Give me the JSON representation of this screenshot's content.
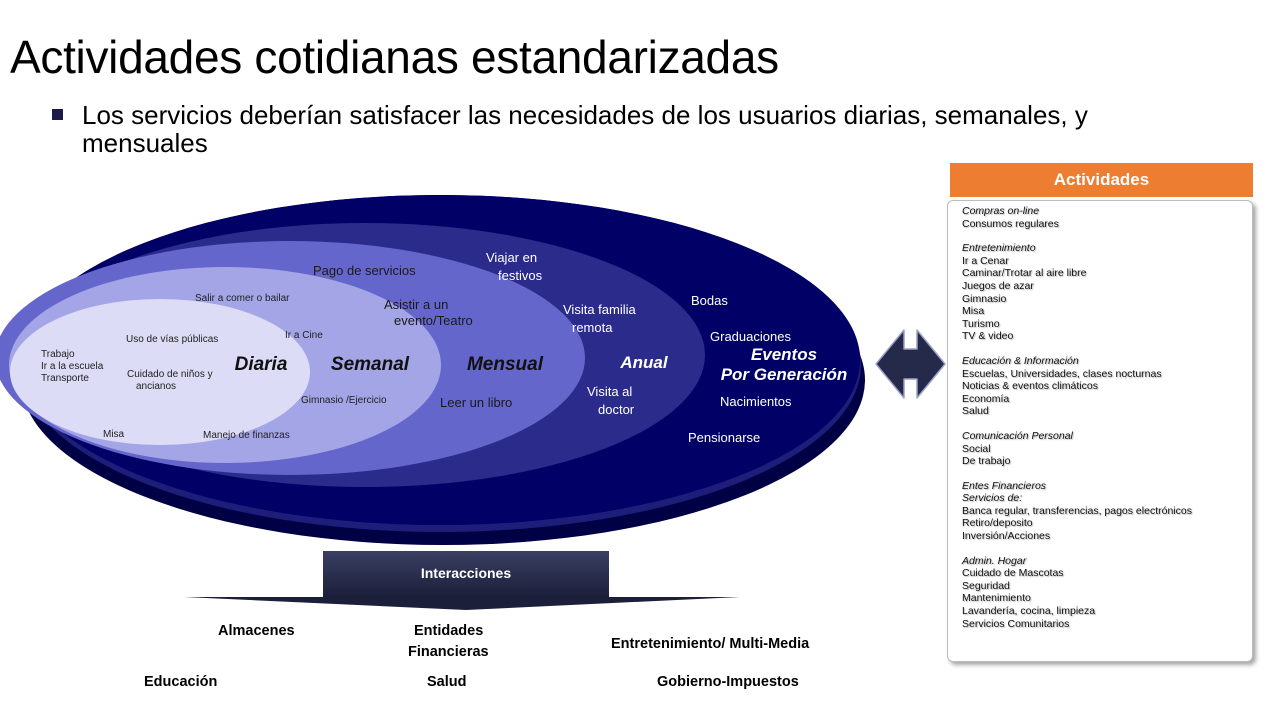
{
  "slide": {
    "title": "Actividades cotidianas estandarizadas",
    "bullet": "Los servicios deberían satisfacer las necesidades de los usuarios diarias, semanales, y mensuales"
  },
  "diagram": {
    "rings": {
      "daily": "Diaria",
      "weekly": "Semanal",
      "monthly": "Mensual",
      "yearly": "Anual",
      "generation_line1": "Eventos",
      "generation_line2": "Por Generación"
    },
    "daily_items": {
      "trabajo": "Trabajo",
      "escuela": "Ir a la escuela",
      "transporte": "Transporte",
      "vias": "Uso de vías públicas",
      "cuidado_l1": "Cuidado de niños y",
      "cuidado_l2": "ancianos",
      "misa": "Misa"
    },
    "weekly_items": {
      "salir": "Salir a comer o bailar",
      "cine": "Ir a Cine",
      "gimnasio": "Gimnasio /Ejercicio",
      "finanzas": "Manejo de finanzas"
    },
    "monthly_items": {
      "pago": "Pago de servicios",
      "asistir_l1": "Asistir a un",
      "asistir_l2": "evento/Teatro",
      "libro": "Leer un libro"
    },
    "yearly_items": {
      "viajar_l1": "Viajar en",
      "viajar_l2": "festivos",
      "visita_fam_l1": "Visita familia",
      "visita_fam_l2": "remota",
      "doctor_l1": "Visita al",
      "doctor_l2": "doctor"
    },
    "generation_items": {
      "bodas": "Bodas",
      "graduaciones": "Graduaciones",
      "nacimientos": "Nacimientos",
      "pensionarse": "Pensionarse"
    },
    "interactions_label": "Interacciones"
  },
  "bottom_labels": {
    "almacenes": "Almacenes",
    "entidades_l1": "Entidades",
    "entidades_l2": "Financieras",
    "entretenimiento": "Entretenimiento/ Multi-Media",
    "educacion": "Educación",
    "salud": "Salud",
    "gobierno": "Gobierno-Impuestos"
  },
  "activities_panel": {
    "header": "Actividades",
    "sections": [
      {
        "title": "Compras  on-line",
        "items": [
          "Consumos regulares"
        ]
      },
      {
        "title": "Entretenimiento",
        "items": [
          "Ir a Cenar",
          "Caminar/Trotar al aire libre",
          "Juegos de azar",
          "Gimnasio",
          "Misa",
          "Turismo",
          "TV & video"
        ]
      },
      {
        "title": "Educación  & Información",
        "items": [
          "Escuelas, Universidades, clases nocturnas",
          "Noticias & eventos climáticos",
          "Economía",
          "Salud"
        ]
      },
      {
        "title": "Comunicación  Personal",
        "items": [
          "Social",
          "De trabajo"
        ]
      },
      {
        "title": "Entes  Financieros",
        "items": [
          "Servicios de:",
          "Banca regular, transferencias, pagos electrónicos",
          "Retiro/deposito",
          "Inversión/Acciones"
        ]
      },
      {
        "title": "Admin.  Hogar",
        "items": [
          "Cuidado de Mascotas",
          "Seguridad",
          "Mantenimiento",
          "Lavandería, cocina, limpieza",
          "Servicios Comunitarios"
        ]
      }
    ]
  },
  "colors": {
    "outer_ring": "#000066",
    "yearly_ring": "#2b2b8c",
    "monthly_ring": "#6566cc",
    "weekly_ring": "#a3a5e6",
    "daily_ring": "#dcdcf6",
    "accent_orange": "#ed7d31",
    "interactions_bar": "#262a4a"
  }
}
